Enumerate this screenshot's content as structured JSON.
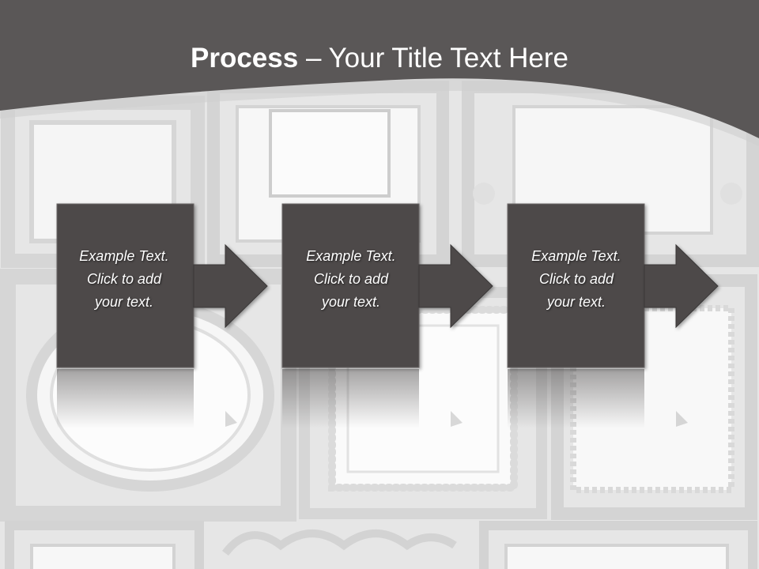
{
  "slide": {
    "title": {
      "bold": "Process",
      "rest": " – Your Title Text Here"
    },
    "steps": [
      {
        "lines": [
          "Example Text.",
          "Click  to add",
          "your text."
        ]
      },
      {
        "lines": [
          "Example Text.",
          "Click  to add",
          "your text."
        ]
      },
      {
        "lines": [
          "Example Text.",
          "Click  to add",
          "your text."
        ]
      }
    ]
  },
  "colors": {
    "header": "#5a5757",
    "box": "#4d4a4a",
    "background": "#e2e2e2",
    "frame_decor": "#cbcbcb"
  }
}
